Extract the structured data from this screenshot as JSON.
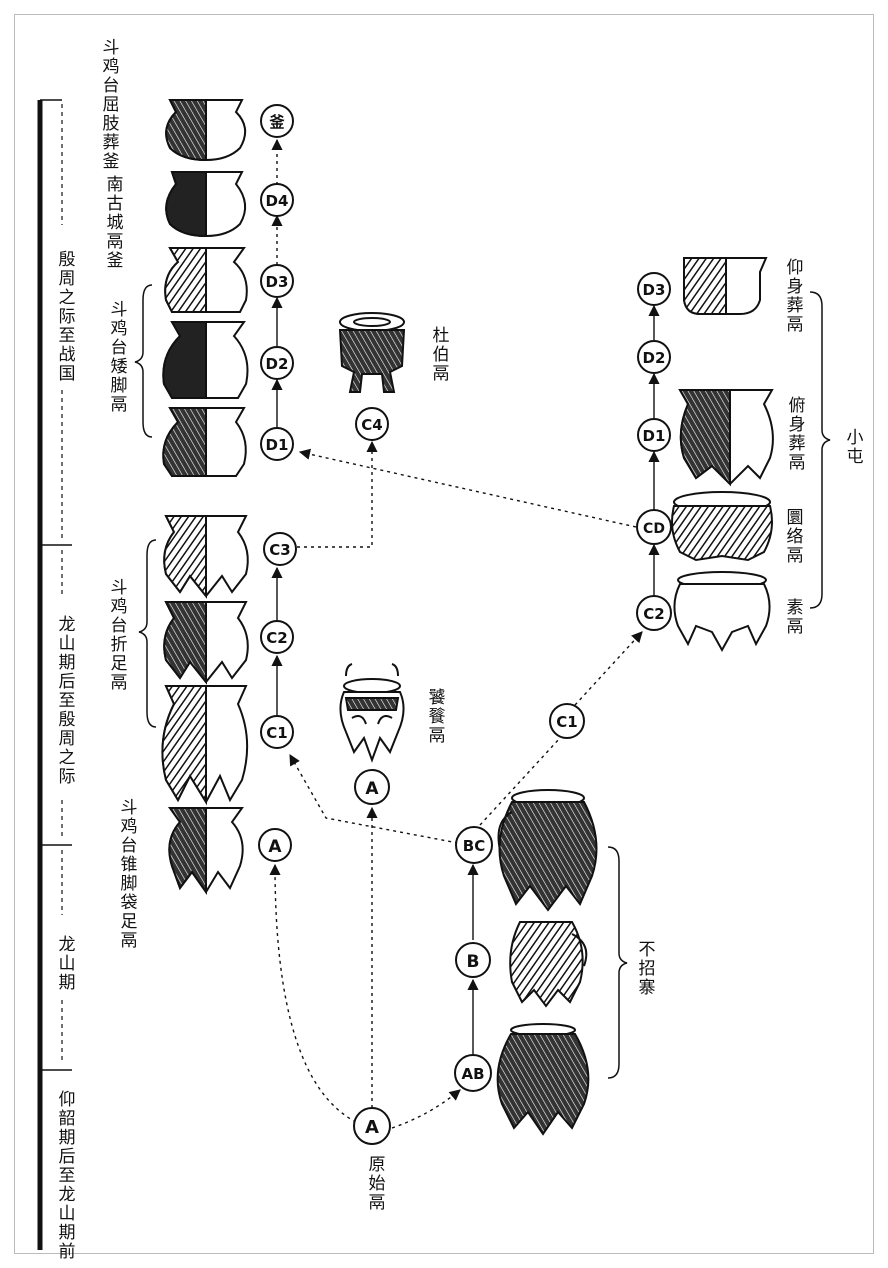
{
  "timeline": {
    "periods": [
      {
        "label": "殷周之际至战国"
      },
      {
        "label": "龙山期后至殷周之际"
      },
      {
        "label": "龙山期"
      },
      {
        "label": "仰韶期后至龙山期前"
      }
    ]
  },
  "left_group": {
    "labels": [
      {
        "text": "斗鸡台屈肢葬釜"
      },
      {
        "text": "南古城鬲釜"
      },
      {
        "text": "斗鸡台矮脚鬲"
      },
      {
        "text": "斗鸡台折足鬲"
      },
      {
        "text": "斗鸡台锥脚袋足鬲"
      }
    ]
  },
  "center_group": {
    "labels": [
      {
        "text": "杜伯鬲"
      },
      {
        "text": "饕餮鬲"
      },
      {
        "text": "原始鬲"
      }
    ]
  },
  "right_group": {
    "labels": [
      {
        "text": "仰身葬鬲"
      },
      {
        "text": "俯身葬鬲"
      },
      {
        "text": "圜络鬲"
      },
      {
        "text": "素鬲"
      },
      {
        "text": "小屯"
      },
      {
        "text": "不招寨"
      }
    ]
  },
  "nodes": {
    "left_fu": "釜",
    "left_d4": "D4",
    "left_d3": "D3",
    "left_d2": "D2",
    "left_d1": "D1",
    "left_c4": "C4",
    "left_c3": "C3",
    "left_c2": "C2",
    "left_c1": "C1",
    "left_a": "A",
    "center_a_upper": "A",
    "center_a_origin": "A",
    "bc": "BC",
    "b": "B",
    "ab": "AB",
    "right_c1": "C1",
    "right_c2": "C2",
    "right_cd": "CD",
    "right_d1": "D1",
    "right_d2": "D2",
    "right_d3": "D3"
  }
}
